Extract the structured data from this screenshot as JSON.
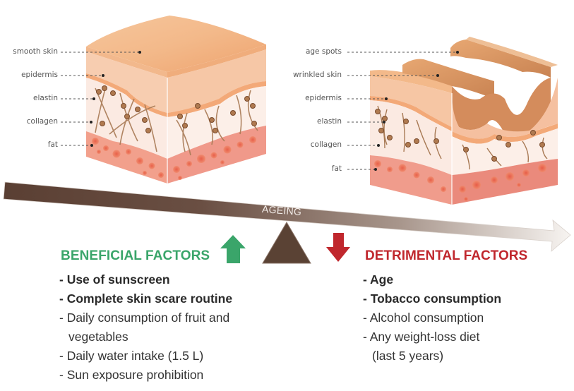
{
  "young_skin": {
    "labels": [
      "smooth skin",
      "epidermis",
      "elastin",
      "collagen",
      "fat"
    ]
  },
  "aged_skin": {
    "labels": [
      "age spots",
      "wrinkled skin",
      "epidermis",
      "elastin",
      "collagen",
      "fat"
    ]
  },
  "timeline": {
    "label": "AGEING",
    "color_start": "#5a3f33",
    "color_end": "#f4f1ee"
  },
  "beneficial": {
    "title": "BENEFICIAL FACTORS",
    "color": "#3aa56a",
    "arrow_icon": "arrow-up-icon",
    "items": [
      {
        "text": "- Use of sunscreen",
        "bold": true
      },
      {
        "text": "- Complete skin scare routine",
        "bold": true
      },
      {
        "text": "- Daily consumption of fruit and",
        "cont": "vegetables",
        "bold": false
      },
      {
        "text": "- Daily water intake (1.5 L)",
        "bold": false
      },
      {
        "text": "- Sun exposure prohibition",
        "bold": false
      }
    ]
  },
  "detrimental": {
    "title": "DETRIMENTAL FACTORS",
    "color": "#c0272d",
    "arrow_icon": "arrow-down-icon",
    "items": [
      {
        "text": "- Age",
        "bold": true
      },
      {
        "text": "- Tobacco consumption",
        "bold": true
      },
      {
        "text": "- Alcohol consumption",
        "bold": false
      },
      {
        "text": "- Any weight-loss diet",
        "cont": "(last 5 years)",
        "bold": false
      }
    ]
  },
  "fulcrum": {
    "icon": "fulcrum-triangle-icon",
    "color": "#5a4234"
  }
}
